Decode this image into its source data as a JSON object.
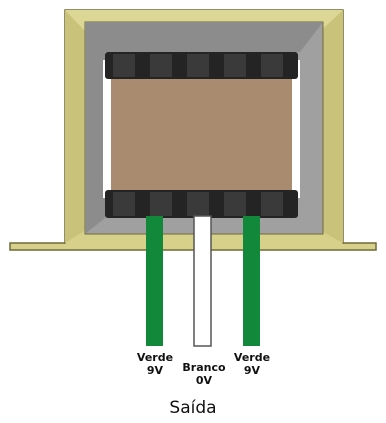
{
  "colors": {
    "frame": "#d6d08a",
    "frame_edge": "#6f6a37",
    "frame_inner_shadow": "#9e9e9e",
    "core": "#a98b6f",
    "coil_dark": "#242424",
    "coil_mid": "#3c3c3c",
    "wire_green": "#12883a",
    "wire_white": "#ffffff",
    "wire_outline": "#555555"
  },
  "wires": [
    {
      "name": "Verde",
      "voltage": "9V",
      "color": "green"
    },
    {
      "name": "Branco",
      "voltage": "0V",
      "color": "white"
    },
    {
      "name": "Verde",
      "voltage": "9V",
      "color": "green"
    }
  ],
  "output_label": "Saída"
}
